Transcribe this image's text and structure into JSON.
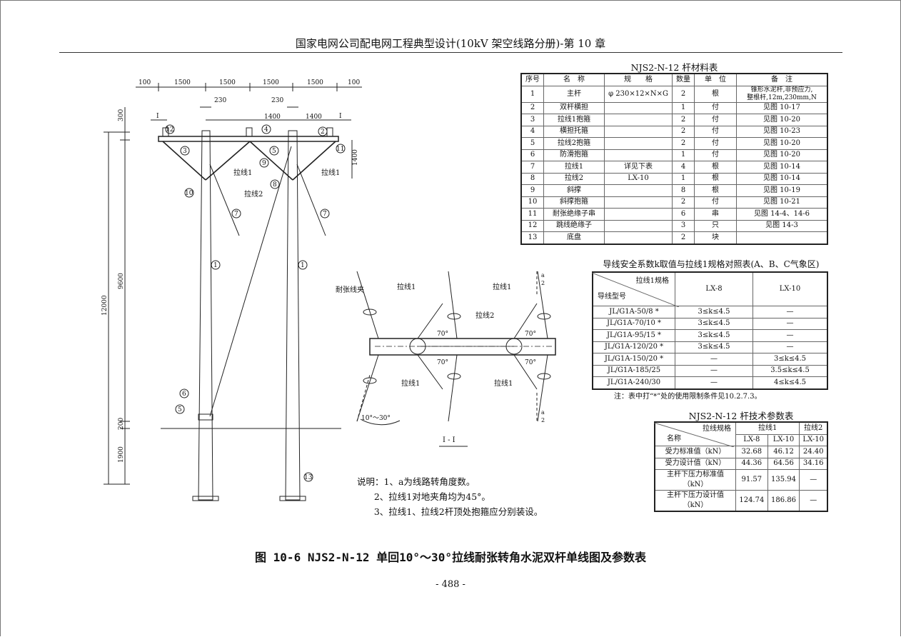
{
  "header": {
    "title": "国家电网公司配电网工程典型设计(10kV 架空线路分册)-第 10 章"
  },
  "elevation": {
    "top_dims": [
      "100",
      "1500",
      "1500",
      "1500",
      "1500",
      "100"
    ],
    "pole_widths": [
      "230",
      "230"
    ],
    "arm_dims": [
      "1400",
      "1400"
    ],
    "section_marks": [
      "I",
      "I"
    ],
    "vertical_dims": {
      "top": "300",
      "pole": "9600",
      "total": "12000",
      "base": "200",
      "buried": "1900",
      "arm": "1400"
    },
    "callouts": [
      "1",
      "2",
      "3",
      "4",
      "5",
      "6",
      "7",
      "8",
      "9",
      "10",
      "11",
      "12",
      "13"
    ],
    "guy1_label": "拉线1",
    "guy2_label": "拉线2"
  },
  "plan": {
    "clamp_label": "耐张线夹",
    "guy1_label": "拉线1",
    "guy2_label": "拉线2",
    "angle": "70°",
    "half_a": "a",
    "half_den": "2",
    "range": "10°～30°",
    "section_title": "I - I"
  },
  "materials": {
    "title": "NJS2-N-12 杆材料表",
    "headers": [
      "序号",
      "名　称",
      "规　　格",
      "数量",
      "单　位",
      "备　注"
    ],
    "rows": [
      [
        "1",
        "主杆",
        "φ 230×12×N×G",
        "2",
        "根",
        "锥形水泥杆,非预应力,\n整根杆,12m,230mm,N"
      ],
      [
        "2",
        "双杆横担",
        "",
        "1",
        "付",
        "见图 10-17"
      ],
      [
        "3",
        "拉线1抱箍",
        "",
        "2",
        "付",
        "见图 10-20"
      ],
      [
        "4",
        "横担托箍",
        "",
        "2",
        "付",
        "见图 10-23"
      ],
      [
        "5",
        "拉线2抱箍",
        "",
        "2",
        "付",
        "见图 10-20"
      ],
      [
        "6",
        "防滑抱箍",
        "",
        "1",
        "付",
        "见图 10-20"
      ],
      [
        "7",
        "拉线1",
        "详见下表",
        "4",
        "根",
        "见图 10-14"
      ],
      [
        "8",
        "拉线2",
        "LX-10",
        "1",
        "根",
        "见图 10-14"
      ],
      [
        "9",
        "斜撑",
        "",
        "8",
        "根",
        "见图 10-19"
      ],
      [
        "10",
        "斜撑抱箍",
        "",
        "2",
        "付",
        "见图 10-21"
      ],
      [
        "11",
        "耐张绝缘子串",
        "",
        "6",
        "串",
        "见图 14-4、14-6"
      ],
      [
        "12",
        "跳线绝缘子",
        "",
        "3",
        "只",
        "见图 14-3"
      ],
      [
        "13",
        "底盘",
        "",
        "2",
        "块",
        ""
      ]
    ]
  },
  "safety": {
    "title": "导线安全系数k取值与拉线1规格对照表(A、B、C气象区)",
    "corner_top": "拉线1规格",
    "corner_bottom": "导线型号",
    "cols": [
      "LX-8",
      "LX-10"
    ],
    "rows": [
      [
        "JL/G1A-50/8 *",
        "3≤k≤4.5",
        "—"
      ],
      [
        "JL/G1A-70/10 *",
        "3≤k≤4.5",
        "—"
      ],
      [
        "JL/G1A-95/15 *",
        "3≤k≤4.5",
        "—"
      ],
      [
        "JL/G1A-120/20 *",
        "3≤k≤4.5",
        "—"
      ],
      [
        "JL/G1A-150/20 *",
        "—",
        "3≤k≤4.5"
      ],
      [
        "JL/G1A-185/25",
        "—",
        "3.5≤k≤4.5"
      ],
      [
        "JL/G1A-240/30",
        "—",
        "4≤k≤4.5"
      ]
    ],
    "note": "注：表中打“*”处的使用限制条件见10.2.7.3。"
  },
  "tech": {
    "title": "NJS2-N-12 杆技术参数表",
    "corner_top": "拉线规格",
    "corner_bottom": "名称",
    "groups": [
      "拉线1",
      "拉线2"
    ],
    "cols": [
      "LX-8",
      "LX-10",
      "LX-10"
    ],
    "rows": [
      [
        "受力标准值（kN）",
        "32.68",
        "46.12",
        "24.40"
      ],
      [
        "受力设计值（kN）",
        "44.36",
        "64.56",
        "34.16"
      ],
      [
        "主杆下压力标准值（kN）",
        "91.57",
        "135.94",
        "—"
      ],
      [
        "主杆下压力设计值（kN）",
        "124.74",
        "186.86",
        "—"
      ]
    ]
  },
  "notes": [
    "说明：1、a为线路转角度数。",
    "      2、拉线1对地夹角均为45°。",
    "      3、拉线1、拉线2杆顶处抱箍应分别装设。"
  ],
  "caption": "图 10-6  NJS2-N-12 单回10°～30°拉线耐张转角水泥双杆单线图及参数表",
  "page_number": "- 488 -"
}
